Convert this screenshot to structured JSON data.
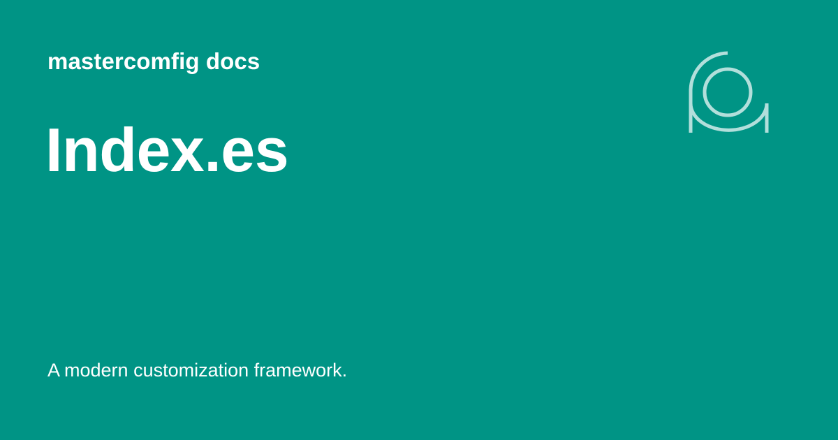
{
  "card": {
    "site_name": "mastercomfig docs",
    "title": "Index.es",
    "description": "A modern customization framework.",
    "background_color": "#009485",
    "text_color": "#ffffff",
    "logo_color": "#b2dfdb",
    "logo_icon": "mastercomfig-logo-icon"
  }
}
